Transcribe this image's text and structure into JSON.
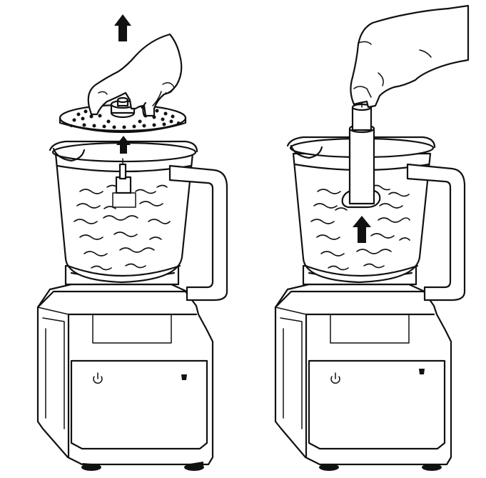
{
  "figure": {
    "panels": [
      {
        "step": "remove-disc",
        "arrows": 2,
        "control_icons": [
          "power-icon",
          "cup-icon"
        ]
      },
      {
        "step": "remove-spindle",
        "arrows": 1,
        "control_icons": [
          "power-icon",
          "cup-icon"
        ]
      }
    ],
    "colors": {
      "line": "#111111",
      "background": "#ffffff"
    }
  }
}
